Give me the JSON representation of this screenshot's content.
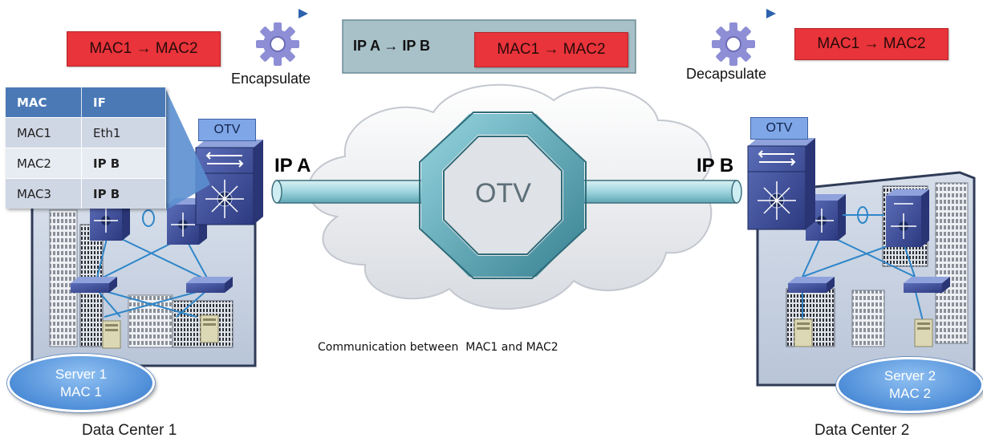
{
  "top": {
    "left_frame": "MAC1 → MAC2",
    "right_frame": "MAC1 → MAC2",
    "encap_outer": "IP A → IP B",
    "encap_inner": "MAC1 → MAC2",
    "encapsulate_label": "Encapsulate",
    "decapsulate_label": "Decapsulate"
  },
  "mac_table": {
    "headers": [
      "MAC",
      "IF"
    ],
    "rows": [
      [
        "MAC1",
        "Eth1"
      ],
      [
        "MAC2",
        "IP B"
      ],
      [
        "MAC3",
        "IP B"
      ]
    ]
  },
  "network": {
    "cloud_label": "OTV",
    "ip_a": "IP A",
    "ip_b": "IP B",
    "otv_tag_left": "OTV",
    "otv_tag_right": "OTV",
    "caption": "Communication between  MAC1 and MAC2"
  },
  "dc1": {
    "server_line1": "Server 1",
    "server_line2": "MAC 1",
    "label": "Data Center 1"
  },
  "dc2": {
    "server_line1": "Server 2",
    "server_line2": "MAC 2",
    "label": "Data Center 2"
  },
  "colors": {
    "frame_red": "#e8343a",
    "table_header": "#4a79b6",
    "tunnel": "#9ed4dd",
    "switch_blue": "#3f4f9e"
  }
}
